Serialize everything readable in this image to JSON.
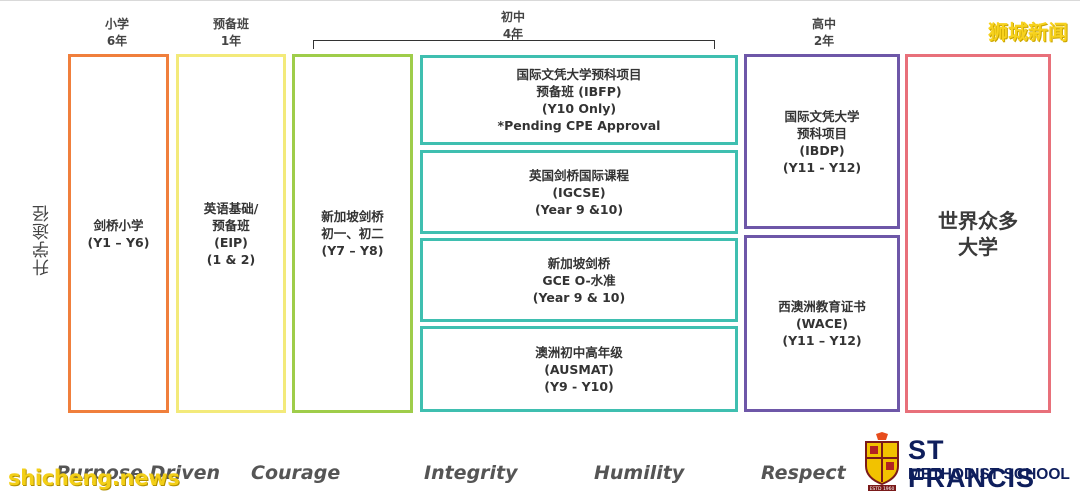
{
  "watermark": "狮城新闻",
  "site_watermark": "shicheng.news",
  "side_label": "升学途径",
  "headers": {
    "primary": {
      "title": "小学",
      "years": "6年"
    },
    "prep": {
      "title": "预备班",
      "years": "1年"
    },
    "secondary": {
      "title": "初中",
      "years": "4年"
    },
    "high": {
      "title": "高中",
      "years": "2年"
    }
  },
  "boxes": {
    "primary": [
      "剑桥小学",
      "(Y1 – Y6)"
    ],
    "eip": [
      "英语基础/",
      "预备班",
      "(EIP)",
      "(1 & 2)"
    ],
    "sg_lower": [
      "新加坡剑桥",
      "初一、初二",
      "(Y7 – Y8)"
    ],
    "ibfp": [
      "国际文凭大学预科项目",
      "预备班 (IBFP)",
      "(Y10 Only)",
      "*Pending CPE Approval"
    ],
    "igcse": [
      "英国剑桥国际课程",
      "(IGCSE)",
      "(Year 9 &10)"
    ],
    "olevel": [
      "新加坡剑桥",
      "GCE O-水准",
      "(Year 9 & 10)"
    ],
    "ausmat": [
      "澳洲初中高年级",
      "(AUSMAT)",
      "(Y9 - Y10)"
    ],
    "ibdp": [
      "国际文凭大学",
      "预科项目",
      "(IBDP)",
      "(Y11 - Y12)"
    ],
    "wace": [
      "西澳洲教育证书",
      "(WACE)",
      "(Y11 – Y12)"
    ],
    "university": [
      "世界众多",
      "大学"
    ]
  },
  "values": [
    "Purpose Driven",
    "Courage",
    "Integrity",
    "Humility",
    "Respect"
  ],
  "logo": {
    "name": "ST FRANCIS",
    "sub": "METHODIST SCHOOL",
    "estd": "ESTD 1960"
  },
  "colors": {
    "orange": "#f07f3c",
    "yellow": "#f3ea7a",
    "green": "#9fcd4a",
    "teal": "#3fbfb0",
    "purple": "#6e57a8",
    "red": "#e8707a",
    "navy": "#0e1e5c"
  }
}
